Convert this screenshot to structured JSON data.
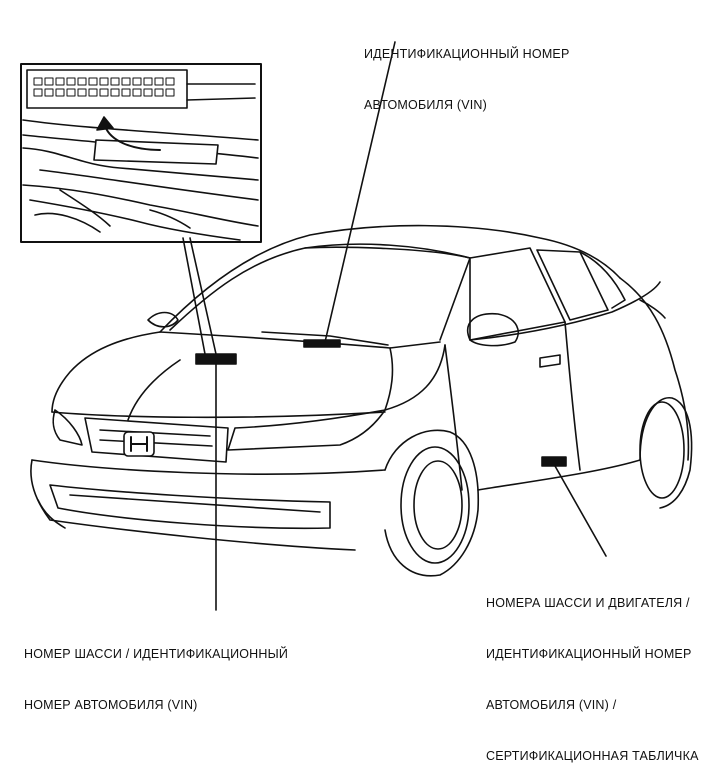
{
  "labels": {
    "vin_windshield": {
      "line1": "ИДЕНТИФИКАЦИОННЫЙ НОМЕР",
      "line2": "АВТОМОБИЛЯ (VIN)"
    },
    "chassis_hood": {
      "line1": "НОМЕР ШАССИ / ИДЕНТИФИКАЦИОННЫЙ",
      "line2": "НОМЕР АВТОМОБИЛЯ (VIN)"
    },
    "door_plate": {
      "line1": "НОМЕРА ШАССИ И ДВИГАТЕЛЯ /",
      "line2": "ИДЕНТИФИКАЦИОННЫЙ НОМЕР",
      "line3": "АВТОМОБИЛЯ (VIN) /",
      "line4": "СЕРТИФИКАЦИОННАЯ ТАБЛИЧКА"
    }
  }
}
